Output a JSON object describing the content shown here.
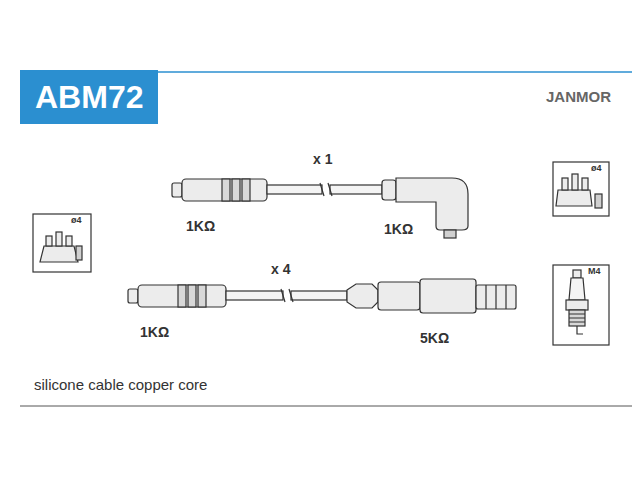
{
  "diagram": {
    "nodes": [
      {
        "text": [
          "ABM72"
        ]
      }
    ],
    "labels": [
      "JANMOR",
      "x 1",
      "1KΩ",
      "1KΩ",
      "x 4",
      "1KΩ",
      "5KΩ",
      "ø4",
      "ø4",
      "M4",
      "silicone cable copper core"
    ]
  }
}
